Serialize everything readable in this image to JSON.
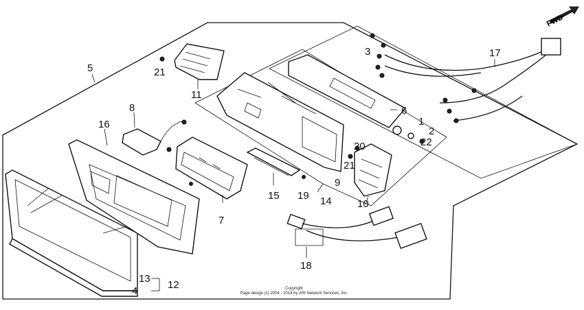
{
  "labels": {
    "fwd": "FWD",
    "n1": "1",
    "n2": "2",
    "n3": "3",
    "n4": "4",
    "n5": "5",
    "n6": "6",
    "n7": "7",
    "n8": "8",
    "n9": "9",
    "n10": "10",
    "n11": "11",
    "n12": "12",
    "n13": "13",
    "n14": "14",
    "n15": "15",
    "n16": "16",
    "n17": "17",
    "n18": "18",
    "n19": "19",
    "n20": "20",
    "n21a": "21",
    "n21b": "21",
    "n22": "22"
  },
  "copyright": {
    "line1": "Copyright",
    "line2": "Page design (c) 2004 - 2014 by ARI Network Services, Inc."
  }
}
